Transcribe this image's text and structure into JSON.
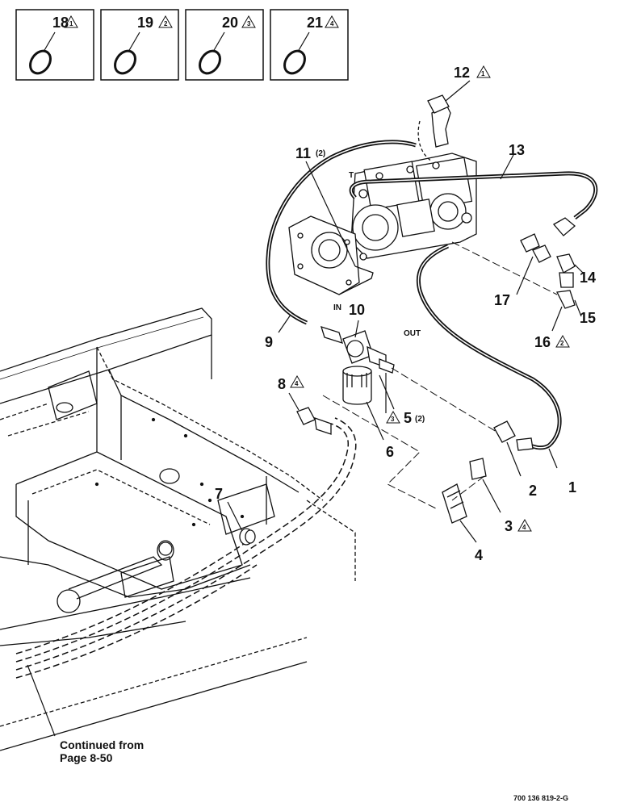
{
  "insets": [
    {
      "number": "18",
      "note": "1"
    },
    {
      "number": "19",
      "note": "2"
    },
    {
      "number": "20",
      "note": "3"
    },
    {
      "number": "21",
      "note": "4"
    }
  ],
  "callouts": {
    "c1": "1",
    "c2": "2",
    "c3": "3",
    "c3_note": "4",
    "c4": "4",
    "c5": "5",
    "c5_qty": "(2)",
    "c5_note": "3",
    "c6": "6",
    "c7": "7",
    "c8": "8",
    "c8_note": "4",
    "c9": "9",
    "c10": "10",
    "c11": "11",
    "c11_qty": "(2)",
    "c12": "12",
    "c12_note": "1",
    "c13": "13",
    "c14": "14",
    "c15": "15",
    "c16": "16",
    "c16_note": "2",
    "c17": "17"
  },
  "port_labels": {
    "in": "IN",
    "out": "OUT",
    "t": "T"
  },
  "continued": {
    "line1": "Continued from",
    "line2": "Page 8-50"
  },
  "figure_id": "700 136 819-2-G"
}
